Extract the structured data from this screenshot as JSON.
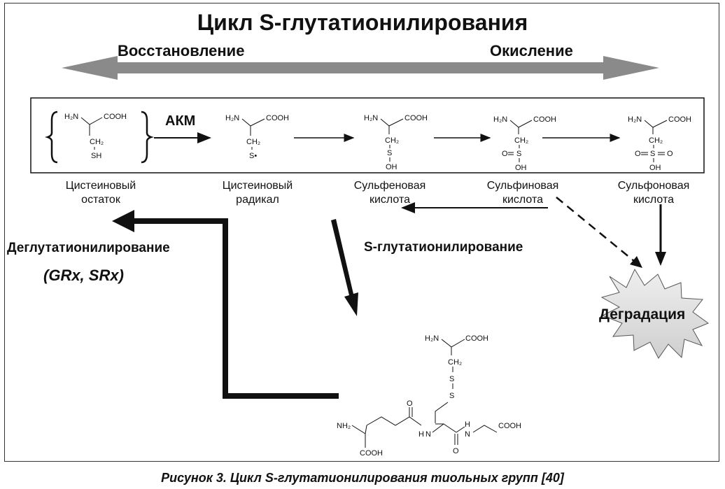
{
  "title": "Цикл S-глутатионилирования",
  "direction": {
    "left": "Восстановление",
    "right": "Окисление"
  },
  "ros_label": "АКМ",
  "species": [
    {
      "line1": "Цистеиновый",
      "line2": "остаток"
    },
    {
      "line1": "Цистеиновый",
      "line2": "радикал"
    },
    {
      "line1": "Сульфеновая",
      "line2": "кислота"
    },
    {
      "line1": "Сульфиновая",
      "line2": "кислота"
    },
    {
      "line1": "Сульфоновая",
      "line2": "кислота"
    }
  ],
  "glutathionylation": "S-глутатионилирование",
  "deglutathionylation": "Деглутатионилирование",
  "enzymes": "(GRx, SRx)",
  "degradation": "Деградация",
  "caption": "Рисунок 3. Цикл S-глутатионилирования тиольных групп [40]",
  "chem": {
    "h2n": "H₂N",
    "cooh": "COOH",
    "ch2": "CH₂",
    "sh": "SH",
    "s_rad": "S•",
    "s": "S",
    "oh": "OH",
    "o": "O",
    "nh2": "NH₂",
    "n": "N",
    "h": "H"
  },
  "colors": {
    "arrow_gray": "#8a8a8a",
    "line": "#111111",
    "burst": "#d9d9d9"
  }
}
